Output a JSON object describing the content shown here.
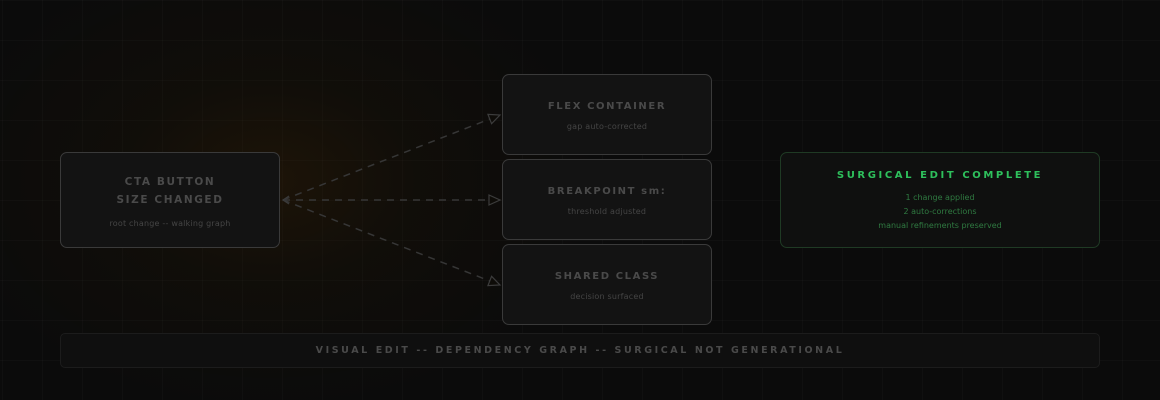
{
  "diagram": {
    "root": {
      "title_line1": "CTA BUTTON",
      "title_line2": "SIZE CHANGED",
      "subtitle": "root change -- walking graph"
    },
    "dependents": [
      {
        "title": "FLEX CONTAINER",
        "subtitle": "gap auto-corrected"
      },
      {
        "title": "BREAKPOINT sm:",
        "subtitle": "threshold adjusted"
      },
      {
        "title": "SHARED CLASS",
        "subtitle": "decision surfaced"
      }
    ],
    "result": {
      "title": "SURGICAL EDIT COMPLETE",
      "lines": [
        "1 change applied",
        "2 auto-corrections",
        "manual refinements preserved"
      ]
    },
    "edges": [
      {
        "from": "root",
        "to": "dependents.0",
        "style": "dashed-arrow"
      },
      {
        "from": "root",
        "to": "dependents.1",
        "style": "dashed-arrow"
      },
      {
        "from": "root",
        "to": "dependents.2",
        "style": "dashed-arrow"
      }
    ],
    "footer": "VISUAL EDIT -- DEPENDENCY GRAPH -- SURGICAL NOT GENERATIONAL"
  },
  "colors": {
    "background": "#0b0b0b",
    "node_fill": "#131313",
    "node_border": "#3a3a3a",
    "node_text": "#4a4a4a",
    "success_title": "#2ec05c",
    "success_text": "#2f7a41",
    "success_border": "#1f3a24",
    "glow": "#462800"
  }
}
